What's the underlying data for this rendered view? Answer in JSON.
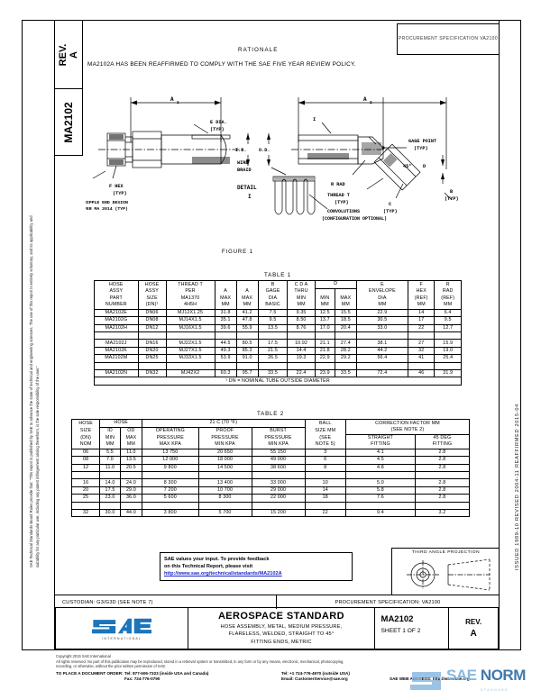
{
  "document": {
    "header_box": "PROCUREMENT SPECIFICATION VA2100",
    "rev_tab_label": "REV.",
    "rev_tab_value": "A",
    "part_tab_value": "MA2102",
    "rationale_title": "RATIONALE",
    "rationale_body": "MA2102A HAS BEEN REAFFIRMED TO COMPLY WITH THE SAE FIVE YEAR REVIEW POLICY.",
    "figure_caption": "FIGURE 1",
    "side_disclaimer": "SAE Technical Standards Board Rules provide that: “This report is published by SAE to advance the state of technical and engineering sciences. The use of this report is entirely voluntary, and its applicability and suitability for any particular use, including any patent infringement arising therefrom, is the sole responsibility of the user.”",
    "revision_history": "ISSUED 1989-10   REVISED 2004-11   REAFFIRMED 2015-04"
  },
  "figure_labels": {
    "a1": "A",
    "a1_sub": "1",
    "a2": "A",
    "a2_sub": "2",
    "e_dia": "E DIA.",
    "typ": "(TYP)",
    "gage_point": "GAGE POINT",
    "id": "I.D.",
    "od": "O.D.",
    "f_hex": "F HEX",
    "nipple1": "NIPPLE END DESIGN",
    "nipple2": "PER MA 2014 (TYP)",
    "wire_braid1": "WIRE",
    "wire_braid2": "BRAID",
    "detail1": "DETAIL",
    "detail2": "I",
    "convolutions1": "CONVOLUTIONS",
    "convolutions2": "(CONFIGURATION OPTIONAL)",
    "thread_t1": "THREAD T",
    "thread_t2": "(TYP)",
    "r_rad": "R RAD",
    "angle_45": "45°",
    "d_label": "D",
    "c_label": "C",
    "b_label": "B"
  },
  "table1": {
    "title": "TABLE 1",
    "headers": [
      [
        "HOSE",
        "ASSY",
        "PART",
        "NUMBER"
      ],
      [
        "HOSE",
        "ASSY",
        "SIZE",
        "(DN)¹"
      ],
      [
        "THREAD T",
        "PER",
        "MA1370",
        "4H5H"
      ],
      [
        "",
        "A",
        "MAX",
        "MM"
      ],
      [
        "",
        "A",
        "MAX",
        "MM"
      ],
      [
        "B",
        "GAGE",
        "DIA",
        "BASIC"
      ],
      [
        "C D A",
        "THRU",
        "MIN",
        "MM"
      ],
      [
        "",
        "",
        "MIN",
        "MM"
      ],
      [
        "",
        "",
        "MAX",
        "MM"
      ],
      [
        "E",
        "ENVELOPE",
        "DIA",
        "MM"
      ],
      [
        "F",
        "HEX",
        "(REF)",
        "MM"
      ],
      [
        "R",
        "RAD",
        "(REF)",
        "MM"
      ]
    ],
    "span_d": "D",
    "rows": [
      [
        "MA2102E",
        "DN06",
        "MJ12X1.25",
        "31.8",
        "41.2",
        "7.5",
        "9.35",
        "12.5",
        "15.5",
        "22.9",
        "14",
        "6.4"
      ],
      [
        "MA2102G",
        "DN08",
        "MJ14X1.5",
        "35.1",
        "47.8",
        "9.5",
        "8.50",
        "13.7",
        "18.5",
        "30.5",
        "17",
        "9.5"
      ],
      [
        "MA2102H",
        "DN12",
        "MJ16X1.5",
        "39.6",
        "55.9",
        "13.5",
        "8.76",
        "17.0",
        "20.4",
        "33.0",
        "22",
        "12.7"
      ],
      [
        "MA2102J",
        "DN16",
        "MJ22X1.5",
        "44.5",
        "80.5",
        "17.5",
        "10.92",
        "21.1",
        "27.4",
        "38.1",
        "27",
        "15.9"
      ],
      [
        "MA2102K",
        "DN20",
        "MJ27X1.5",
        "49.3",
        "85.3",
        "21.5",
        "14.4",
        "21.8",
        "28.2",
        "44.2",
        "32",
        "19.0"
      ],
      [
        "MA2102M",
        "DN25",
        "MJ33X1.5",
        "53.9",
        "91.0",
        "26.5",
        "19.3",
        "22.9",
        "29.2",
        "56.4",
        "41",
        "25.4"
      ],
      [
        "MA2102N",
        "DN32",
        "MJ42X2",
        "60.3",
        "95.7",
        "33.5",
        "22.4",
        "23.9",
        "33.5",
        "72.4",
        "46",
        "31.9"
      ]
    ],
    "footnote": "¹ DN = NOMINAL TUBE OUTSIDE DIAMETER"
  },
  "table2": {
    "title": "TABLE 2",
    "group_headers": {
      "hose": "HOSE",
      "temp": "21 C (70 °F)",
      "correction": "CORRECTION FACTOR MM",
      "correction_note": "(SEE NOTE 2)"
    },
    "headers": [
      [
        "HOSE",
        "SIZE",
        "(DN)",
        "NOM"
      ],
      [
        "ID",
        "MIN",
        "MM"
      ],
      [
        "OD",
        "MAX",
        "MM"
      ],
      [
        "OPERATING",
        "PRESSURE",
        "MAX KPA"
      ],
      [
        "PROOF",
        "PRESSURE",
        "MIN KPA"
      ],
      [
        "BURST",
        "PRESSURE",
        "MIN KPA"
      ],
      [
        "BALL",
        "SIZE MM",
        "(SEE",
        "NOTE 5)"
      ],
      [
        "STRAIGHT",
        "FITTING"
      ],
      [
        "45 DEG",
        "FITTING"
      ]
    ],
    "rows": [
      [
        "06",
        "5.5",
        "11.0",
        "13 750",
        "20 650",
        "55 150",
        "3",
        "4.1",
        "2.8"
      ],
      [
        "08",
        "7.0",
        "13.5",
        "12 000",
        "18 000",
        "49 000",
        "6",
        "4.5",
        "2.8"
      ],
      [
        "12",
        "11.0",
        "20.5",
        "9 800",
        "14 500",
        "38 600",
        "8",
        "4.8",
        "2.8"
      ],
      [
        "16",
        "14.0",
        "24.0",
        "8 300",
        "13 400",
        "33 000",
        "10",
        "5.0",
        "2.8"
      ],
      [
        "20",
        "17.5",
        "29.0",
        "7 200",
        "10 700",
        "29 000",
        "14",
        "5.8",
        "2.8"
      ],
      [
        "25",
        "23.0",
        "36.0",
        "5 600",
        "8 300",
        "22 000",
        "18",
        "7.6",
        "2.8"
      ],
      [
        "32",
        "30.0",
        "44.0",
        "3 800",
        "5 700",
        "15 200",
        "22",
        "9.4",
        "3.2"
      ]
    ]
  },
  "feedback": {
    "line1": "SAE values your input. To provide feedback",
    "line2": "on this Technical Report, please visit",
    "link": "http://www.sae.org/technical/standards/MA2102A"
  },
  "third_angle": {
    "label": "THIRD ANGLE PROJECTION"
  },
  "custodian": {
    "left": "CUSTODIAN: G3/G3D (SEE NOTE 7)",
    "right": "PROCUREMENT SPECIFICATION: VA2100"
  },
  "title_block": {
    "standard_label": "AEROSPACE STANDARD",
    "subtitle_line1": "HOSE ASSEMBLY, METAL, MEDIUM PRESSURE,",
    "subtitle_line2": "FLARELESS, WELDED, STRAIGHT TO 45°",
    "subtitle_line3": "FITTING ENDS, METRIC",
    "number": "MA2102",
    "sheet": "SHEET 1 OF 2",
    "rev_label": "REV.",
    "rev_value": "A",
    "logo_text": "SAE",
    "logo_sub": "INTERNATIONAL"
  },
  "footer": {
    "copyright": "Copyright 2015 SAE International",
    "rights_line1": "All rights reserved. No part of this publication may be reproduced, stored in a retrieval system or transmitted, in any form or by any means, electronic, mechanical, photocopying,",
    "rights_line2": "recording, or otherwise, without the prior written permission of SAE.",
    "order_label": "TO PLACE A DOCUMENT ORDER:",
    "tel_usa": "Tel: 877-606-7323 (inside USA and Canada)",
    "fax": "Fax: 724-776-0790",
    "tel_intl": "Tel: +1 724-776-4970 (outside USA)",
    "email": "Email: CustomerService@sae.org",
    "web": "SAE WEB ADDRESS: http://www.sae.org"
  },
  "watermark": {
    "part1": "SAE",
    "part2": "NORM",
    "sub": "STANDARD"
  },
  "colors": {
    "link": "#1a26c8",
    "sae_blue": "#1b75bb",
    "watermark_light": "#7fb3dd",
    "watermark_dark": "#2f6ea8"
  }
}
